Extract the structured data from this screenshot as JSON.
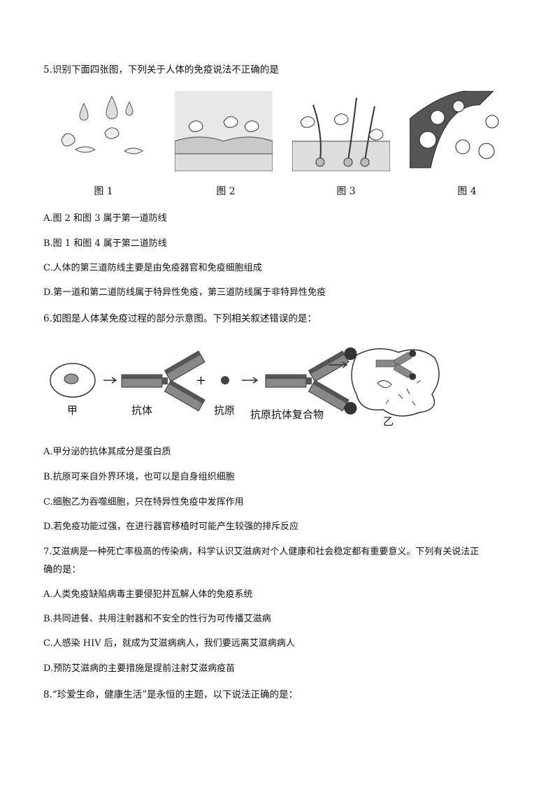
{
  "q5": {
    "stem": "5.识别下面四张图，下列关于人体的免疫说法不正确的是",
    "figures": [
      "图 1",
      "图 2",
      "图 3",
      "图 4"
    ],
    "options": [
      "A.图 2 和图 3 属于第一道防线",
      "B.图 1 和图 4 属于第二道防线",
      "C.人体的第三道防线主要是由免疫器官和免疫细胞组成",
      "D.第一道和第二道防线属于特异性免疫，第三道防线属于非特异性免疫"
    ]
  },
  "q6": {
    "stem": "6.如图是人体某免疫过程的部分示意图。下列相关叙述错误的是：",
    "diagram_labels": {
      "jia": "甲",
      "antibody": "抗体",
      "plus": "+",
      "antigen": "抗原",
      "complex": "抗原抗体复合物",
      "yi": "乙"
    },
    "options": [
      "A.甲分泌的抗体其成分是蛋白质",
      "B.抗原可来自外界环境，也可以是自身组织细胞",
      "C.细胞乙为吞噬细胞，只在特异性免疫中发挥作用",
      "D.若免疫功能过强，在进行器官移植时可能产生较强的排斥反应"
    ]
  },
  "q7": {
    "stem_line1": "7.艾滋病是一种死亡率极高的传染病，科学认识艾滋病对个人健康和社会稳定都有重要意义。下列有关说法正",
    "stem_line2": "确的是：",
    "options": [
      "A.人类免疫缺陷病毒主要侵犯并瓦解人体的免疫系统",
      "B.共同进餐、共用注射器和不安全的性行为可传播艾滋病",
      "C.人感染 HIV 后，就成为艾滋病病人，我们要远离艾滋病病人",
      "D.预防艾滋病的主要措施是提前注射艾滋病疫苗"
    ]
  },
  "q8": {
    "stem": "8.“珍爱生命，健康生活”是永恒的主题，以下说法正确的是："
  }
}
